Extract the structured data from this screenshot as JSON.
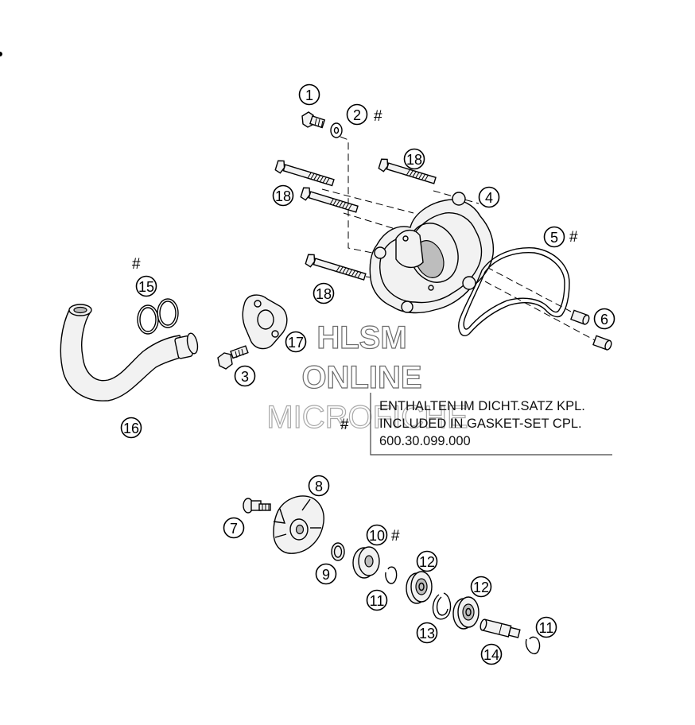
{
  "callouts": {
    "c1": "1",
    "c2": "2",
    "c3": "3",
    "c4": "4",
    "c5": "5",
    "c6": "6",
    "c7": "7",
    "c8": "8",
    "c9": "9",
    "c10": "10",
    "c11a": "11",
    "c11b": "11",
    "c12a": "12",
    "c12b": "12",
    "c13": "13",
    "c14": "14",
    "c15": "15",
    "c16": "16",
    "c17": "17",
    "c18a": "18",
    "c18b": "18",
    "c18c": "18"
  },
  "hash_mark": "#",
  "legend": {
    "line1": "ENTHALTEN IM DICHT.SATZ KPL.",
    "line2": "INCLUDED IN GASKET-SET CPL.",
    "line3": "600.30.099.000"
  },
  "watermark": {
    "line1": "HLSM",
    "line2": "ONLINE",
    "line3": "MICROFICHE"
  }
}
